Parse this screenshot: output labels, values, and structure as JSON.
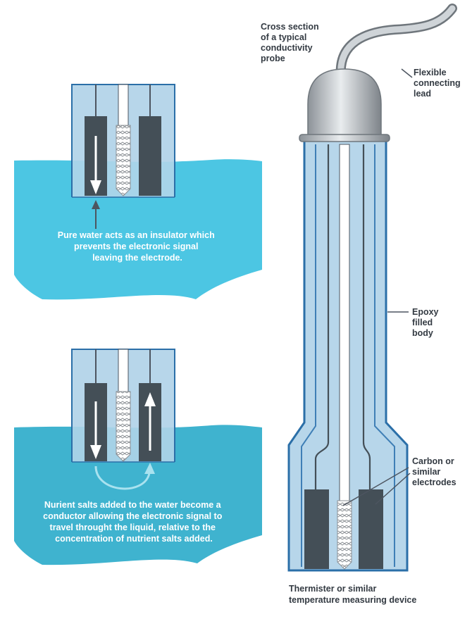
{
  "labels": {
    "cross_section": [
      "Cross section",
      "of a typical",
      "conductivity",
      "probe"
    ],
    "flexible_lead": [
      "Flexible",
      "connecting",
      "lead"
    ],
    "epoxy_body": [
      "Epoxy",
      "filled",
      "body"
    ],
    "electrodes": [
      "Carbon or",
      "similar",
      "electrodes"
    ],
    "thermister": [
      "Thermister or similar",
      "temperature measuring device"
    ]
  },
  "captions": {
    "pure_water": [
      "Pure water acts as an insulator which",
      "prevents the electronic signal",
      "leaving the electrode."
    ],
    "nutrient_salts": [
      "Nurient salts added to the water become a",
      "conductor allowing the electronic signal to",
      "travel throught the liquid, relative to the",
      "concentration of nutrient salts added."
    ]
  },
  "colors": {
    "water_top": "#4cc6e3",
    "water_bottom": "#3fb3cf",
    "probe_fill": "#b7d6ea",
    "probe_outline": "#2b6fa8",
    "electrode": "#444f57",
    "leader": "#4d5560"
  }
}
